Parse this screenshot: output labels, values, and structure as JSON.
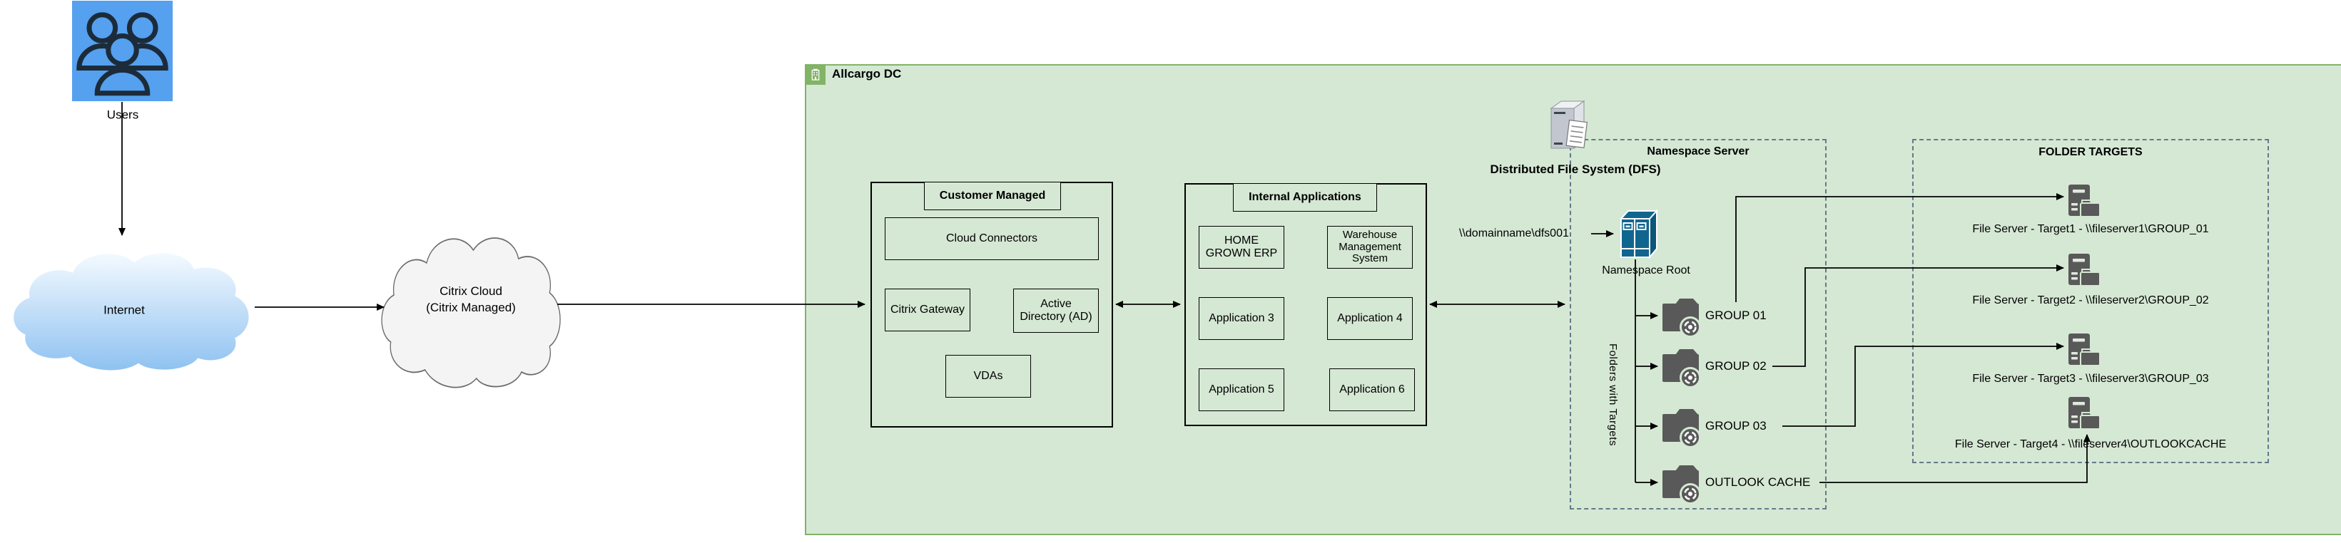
{
  "users": {
    "label": "Users"
  },
  "internet": {
    "label": "Internet"
  },
  "citrix_cloud": {
    "label": "Citrix Cloud\n(Citrix Managed)"
  },
  "allcargo_dc": {
    "title": "Allcargo DC"
  },
  "customer_managed": {
    "title": "Customer Managed",
    "cloud_connectors": "Cloud Connectors",
    "citrix_gateway": "Citrix Gateway",
    "active_directory": "Active\nDirectory (AD)",
    "vdas": "VDAs"
  },
  "internal_applications": {
    "title": "Internal Applications",
    "home_grown_erp": "HOME\nGROWN ERP",
    "warehouse_management": "Warehouse\nManagement\nSystem",
    "application_3": "Application 3",
    "application_4": "Application 4",
    "application_5": "Application 5",
    "application_6": "Application 6"
  },
  "dfs": {
    "label": "Distributed File System (DFS)",
    "namespace_path": "\\\\domainname\\dfs001",
    "namespace_root": "Namespace Root"
  },
  "namespace_server": {
    "title": "Namespace Server",
    "side_label": "Folders with Targets",
    "folders": [
      {
        "label": "GROUP 01"
      },
      {
        "label": "GROUP 02"
      },
      {
        "label": "GROUP 03"
      },
      {
        "label": "OUTLOOK CACHE"
      }
    ]
  },
  "folder_targets": {
    "title": "FOLDER TARGETS",
    "targets": [
      {
        "label": "File Server - Target1 - \\\\fileserver1\\GROUP_01"
      },
      {
        "label": "File Server - Target2 - \\\\fileserver2\\GROUP_02"
      },
      {
        "label": "File Server - Target3 - \\\\fileserver3\\GROUP_03"
      },
      {
        "label": "File Server - Target4 - \\\\fileserver4\\OUTLOOKCACHE"
      }
    ]
  },
  "colors": {
    "container_fill": "#d5e8d4",
    "container_border": "#82b366",
    "dashed_border": "#64798a",
    "users_fill": "#55a0ef",
    "icon_dark": "#595959",
    "namespace_root_blue": "#11668f"
  }
}
